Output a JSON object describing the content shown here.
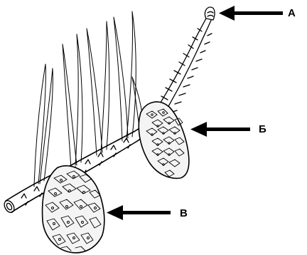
{
  "labels": {
    "a": "А",
    "b": "Б",
    "v": "В"
  },
  "colors": {
    "ink": "#000000",
    "background": "#ffffff",
    "cone_fill": "#f4f4f4"
  }
}
